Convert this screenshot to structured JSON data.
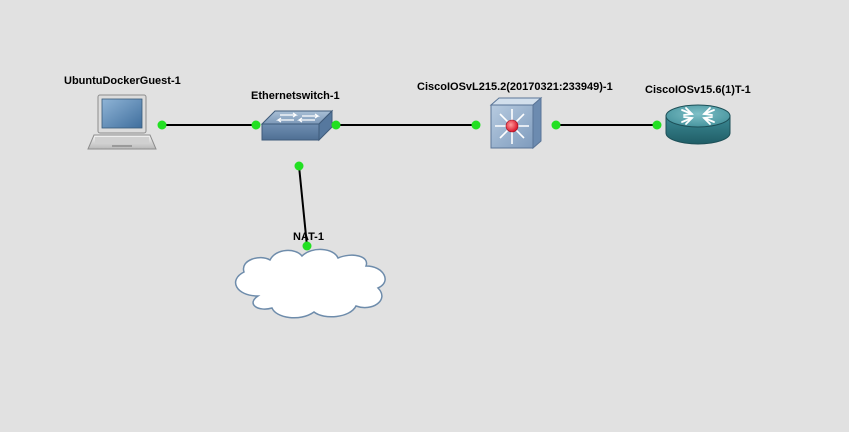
{
  "topology": {
    "background_color": "#e1e1e1",
    "link_color": "#000000",
    "port_status_color": "#22e022",
    "nodes": {
      "ubuntu": {
        "label": "UbuntuDockerGuest-1",
        "icon": "laptop-icon"
      },
      "switch": {
        "label": "Ethernetswitch-1",
        "icon": "ethernet-switch-icon"
      },
      "l2": {
        "label": "CiscoIOSvL215.2(20170321:233949)-1",
        "icon": "multilayer-switch-icon"
      },
      "router": {
        "label": "CiscoIOSv15.6(1)T-1",
        "icon": "router-icon"
      },
      "nat": {
        "label": "NAT-1",
        "icon": "cloud-icon"
      }
    }
  }
}
